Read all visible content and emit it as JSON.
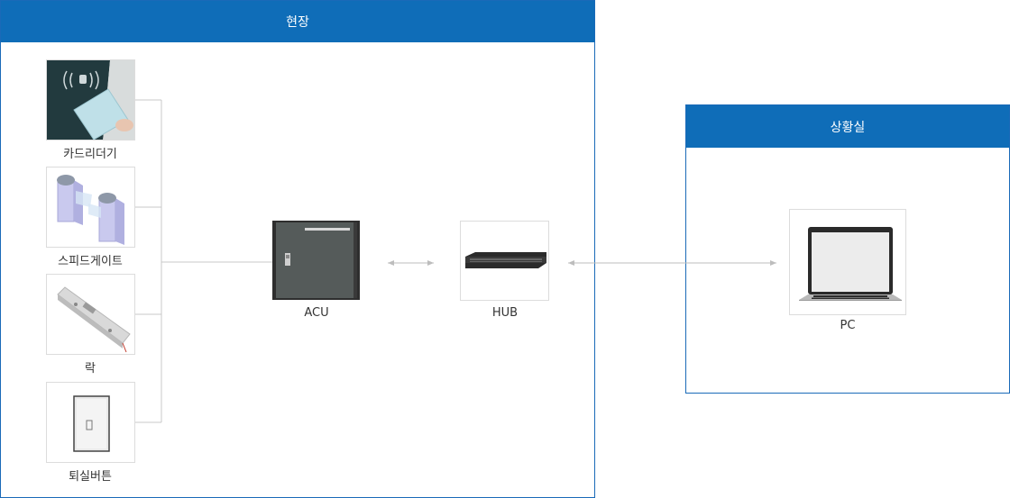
{
  "zones": {
    "field": {
      "title": "현장"
    },
    "control_room": {
      "title": "상황실"
    }
  },
  "devices": {
    "card_reader": {
      "label": "카드리더기",
      "icon": "card-reader-icon"
    },
    "speed_gate": {
      "label": "스피드게이트",
      "icon": "speed-gate-icon"
    },
    "lock": {
      "label": "락",
      "icon": "electric-lock-icon"
    },
    "exit_button": {
      "label": "퇴실버튼",
      "icon": "exit-button-icon"
    },
    "acu": {
      "label": "ACU",
      "icon": "acu-cabinet-icon"
    },
    "hub": {
      "label": "HUB",
      "icon": "network-switch-icon"
    },
    "pc": {
      "label": "PC",
      "icon": "laptop-icon"
    }
  },
  "colors": {
    "header_blue": "#0f6db8",
    "zone_border": "#1a6ab8",
    "connector_gray": "#c8c8c8",
    "arrow_gray": "#bdbdbd"
  }
}
